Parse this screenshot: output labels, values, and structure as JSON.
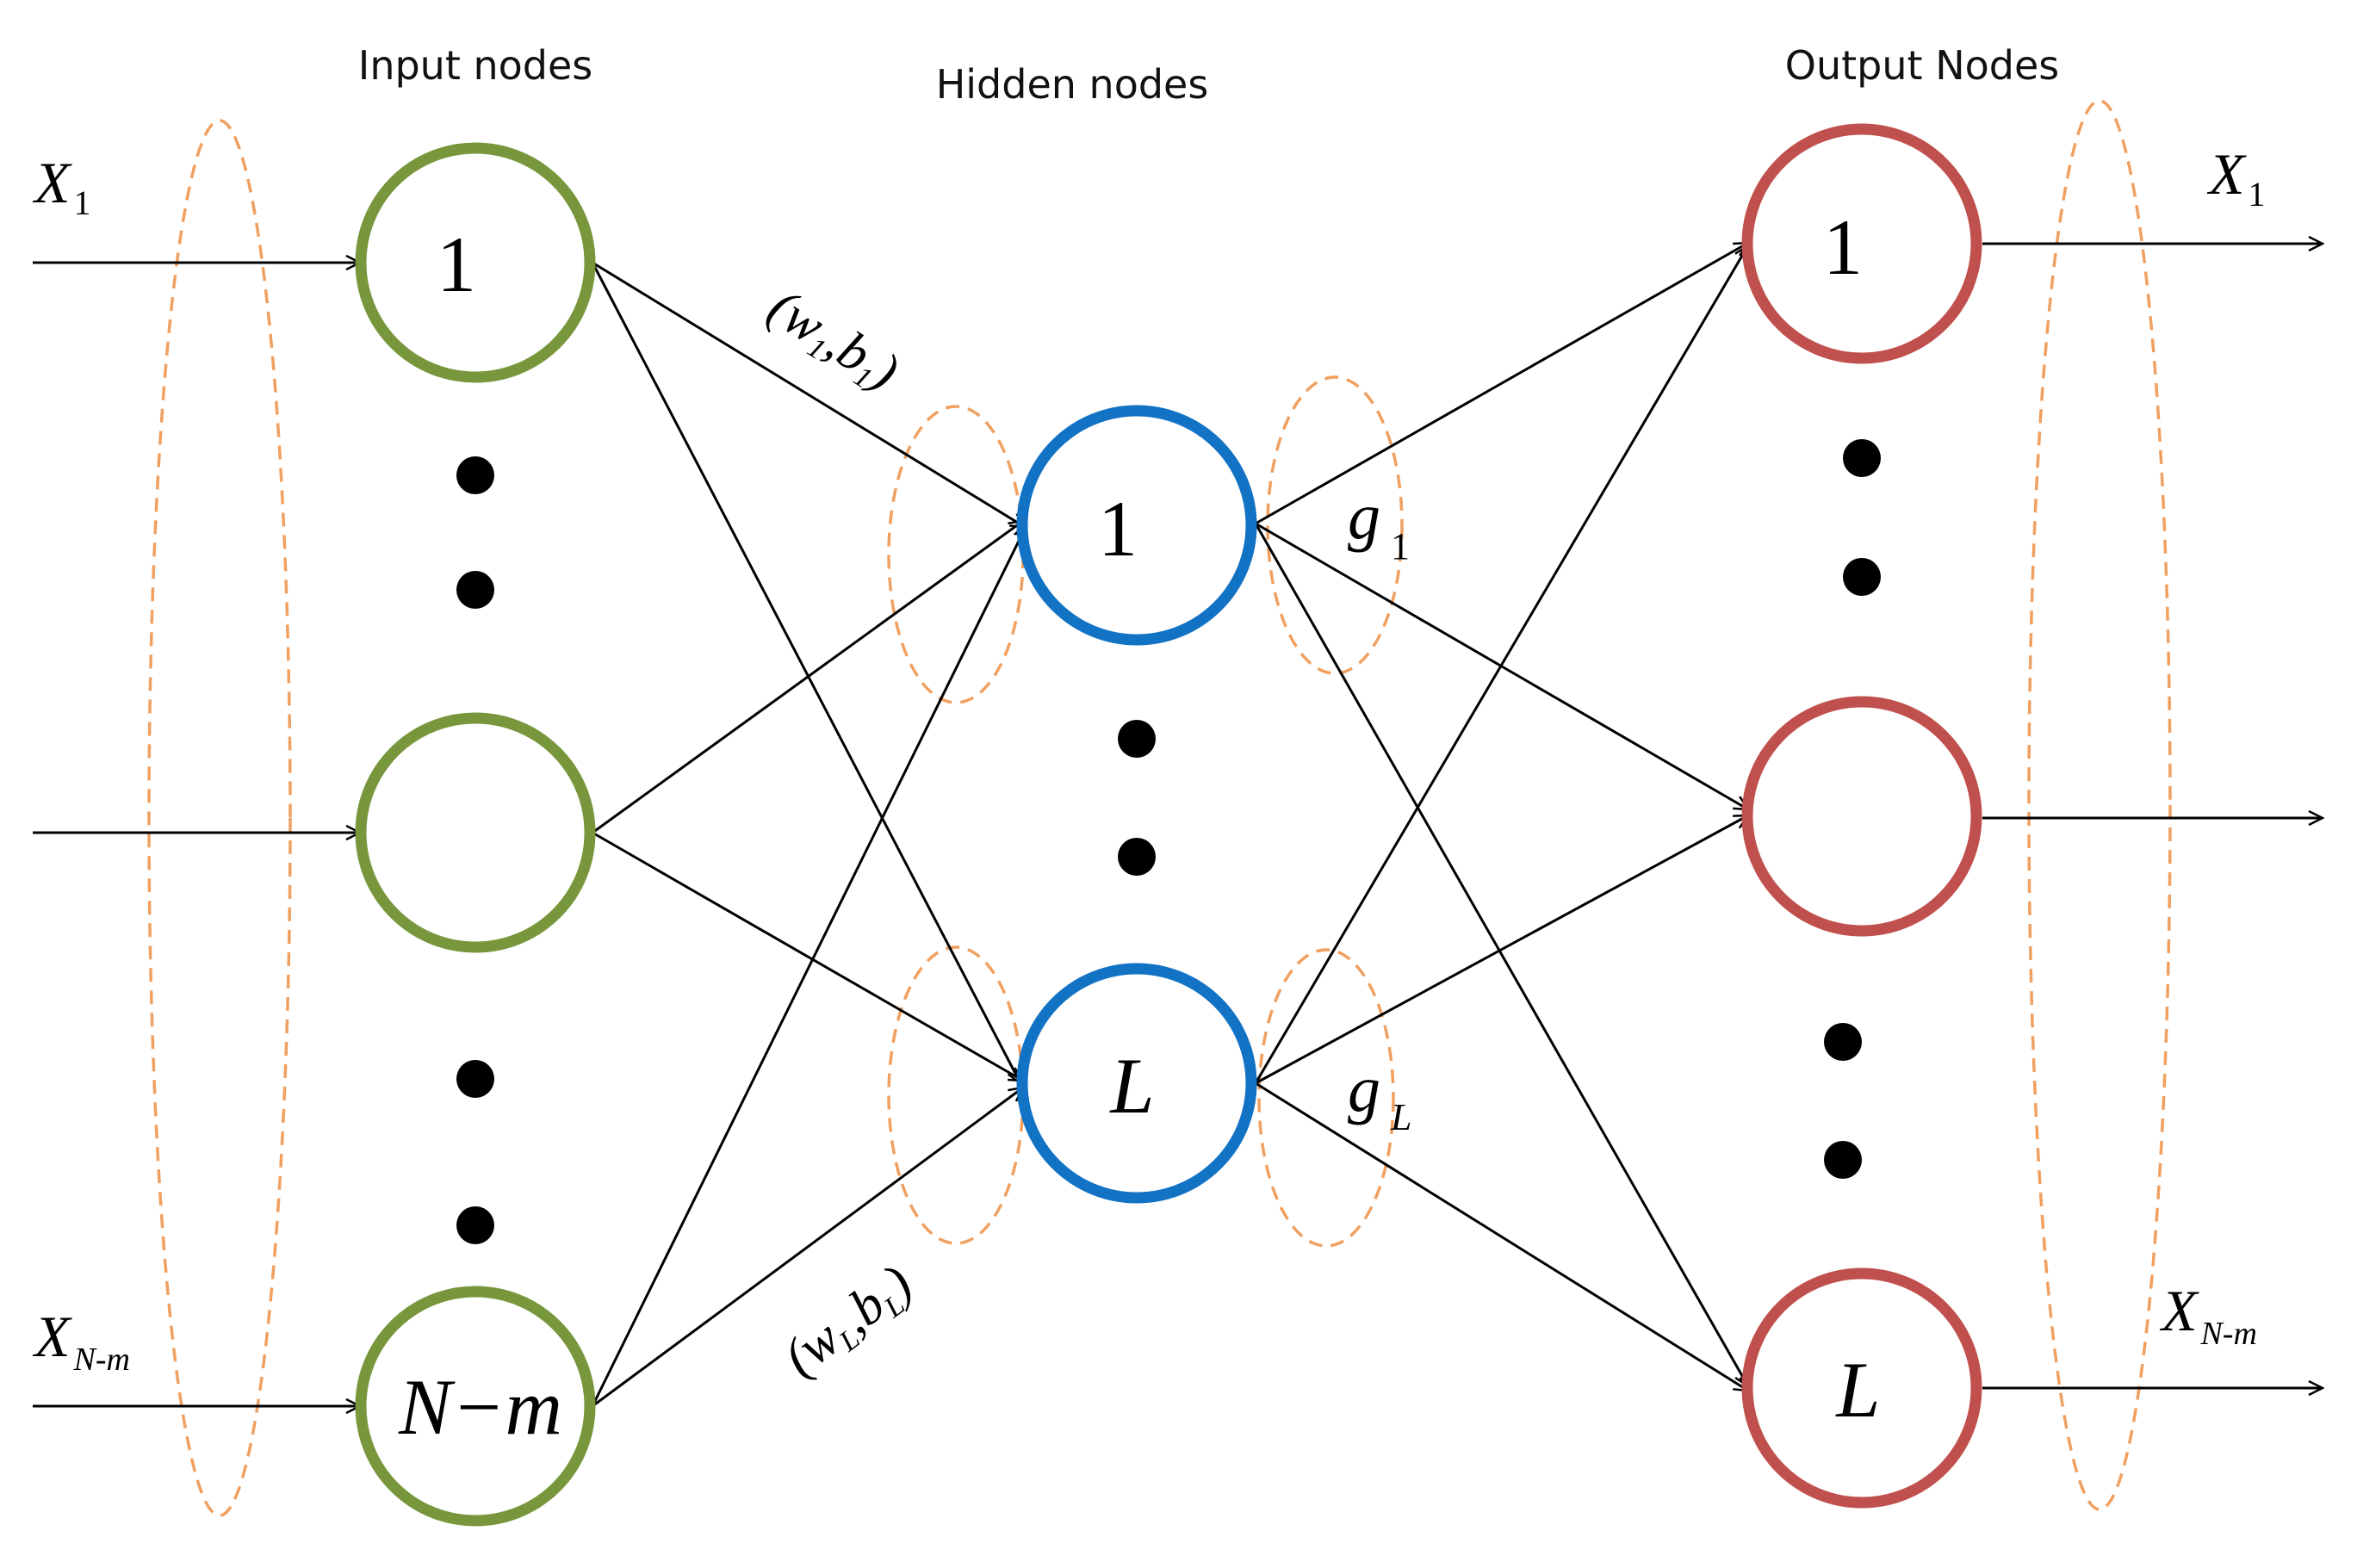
{
  "headers": {
    "input": "Input nodes",
    "hidden": "Hidden nodes",
    "output": "Output Nodes"
  },
  "colors": {
    "input_node": "#78963c",
    "hidden_node": "#1272c4",
    "output_node": "#c0504d",
    "grouping_dash": "#f0a060",
    "connection": "#000000"
  },
  "input_nodes": {
    "first_label": "1",
    "last_label": "N−m"
  },
  "hidden_nodes": {
    "first_label": "1",
    "last_label": "L"
  },
  "output_nodes": {
    "first_label": "1",
    "last_label": "L"
  },
  "inputs": {
    "first": {
      "var": "X",
      "sub": "1"
    },
    "last": {
      "var": "X",
      "sub": "N-m"
    }
  },
  "outputs": {
    "first": {
      "var": "X",
      "sub": "1"
    },
    "last": {
      "var": "X",
      "sub": "N-m"
    }
  },
  "weights": {
    "first": {
      "open": "(",
      "w": "w",
      "w_sub": "1",
      "comma": ",",
      "b": "b",
      "b_sub": "1",
      "close": ")"
    },
    "last": {
      "open": "(",
      "w": "w",
      "w_sub": "L",
      "comma": ",",
      "b": "b",
      "b_sub": "L",
      "close": ")"
    }
  },
  "activations": {
    "first": {
      "g": "g",
      "sub": "1"
    },
    "last": {
      "g": "g",
      "sub": "L"
    }
  }
}
